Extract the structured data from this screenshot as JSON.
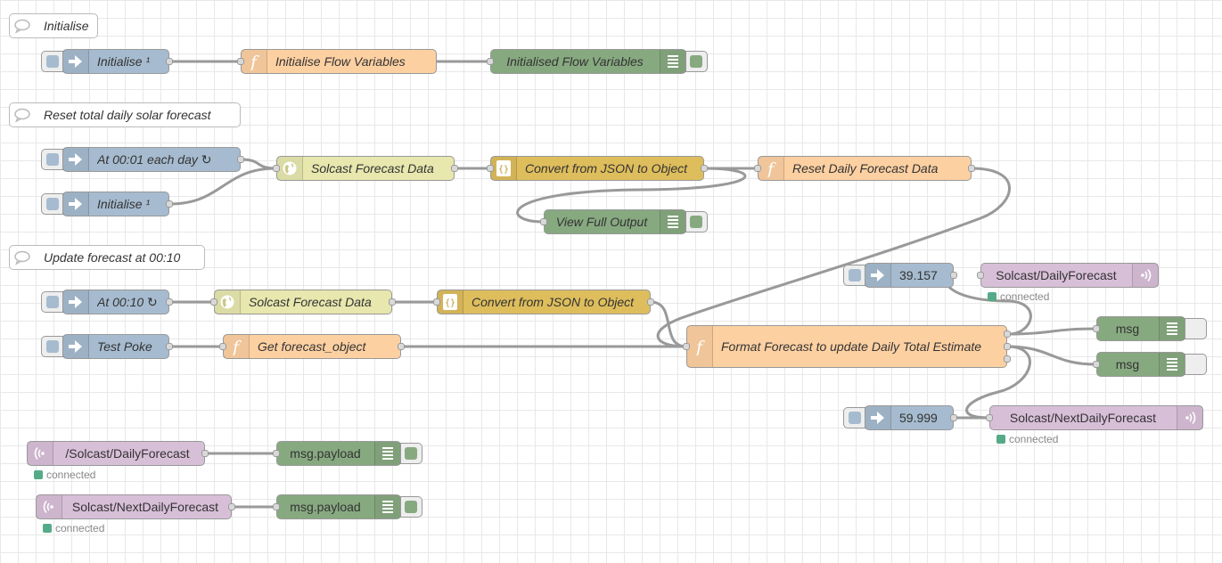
{
  "colors": {
    "inject": "#a6bbcf",
    "function": "#fdd0a2",
    "debug": "#87a980",
    "http_request": "#e7e7ae",
    "json": "#debd5c",
    "mqtt": "#d8bfd8",
    "comment": "#ffffff",
    "button_fill": "#a6bbcf",
    "debug_active": "#87a980",
    "debug_inactive": "#eeeeee",
    "status_connected": "#5a8"
  },
  "nodes": [
    {
      "id": "c1",
      "type": "comment",
      "label": "Initialise",
      "icon": "comment-icon",
      "italic": true
    },
    {
      "id": "n1",
      "type": "inject",
      "label": "Initialise ¹",
      "icon": "inject-arrow-icon",
      "italic": true
    },
    {
      "id": "n2",
      "type": "function",
      "label": "Initialise Flow Variables",
      "icon": "function-icon",
      "italic": true
    },
    {
      "id": "n3",
      "type": "debug",
      "label": "Initialised Flow Variables",
      "icon": "debug-list-icon",
      "italic": true,
      "active": true
    },
    {
      "id": "c2",
      "type": "comment",
      "label": "Reset total daily solar forecast",
      "icon": "comment-icon",
      "italic": true
    },
    {
      "id": "n4",
      "type": "inject",
      "label": "At 00:01 each day ↻",
      "icon": "inject-arrow-icon",
      "italic": true
    },
    {
      "id": "n5",
      "type": "inject",
      "label": "Initialise ¹",
      "icon": "inject-arrow-icon",
      "italic": true
    },
    {
      "id": "n6",
      "type": "http_request",
      "label": "Solcast Forecast Data",
      "icon": "globe-icon",
      "italic": true
    },
    {
      "id": "n7",
      "type": "json",
      "label": "Convert from JSON to Object",
      "icon": "json-icon",
      "italic": true
    },
    {
      "id": "n8",
      "type": "function",
      "label": "Reset Daily Forecast Data",
      "icon": "function-icon",
      "italic": true
    },
    {
      "id": "n9",
      "type": "debug",
      "label": "View Full Output",
      "icon": "debug-list-icon",
      "italic": true,
      "active": true
    },
    {
      "id": "c3",
      "type": "comment",
      "label": "Update forecast at 00:10",
      "icon": "comment-icon",
      "italic": true
    },
    {
      "id": "n10",
      "type": "inject",
      "label": "At 00:10 ↻",
      "icon": "inject-arrow-icon",
      "italic": true
    },
    {
      "id": "n11",
      "type": "http_request",
      "label": "Solcast Forecast Data",
      "icon": "globe-icon",
      "italic": true
    },
    {
      "id": "n12",
      "type": "json",
      "label": "Convert from JSON to Object",
      "icon": "json-icon",
      "italic": true
    },
    {
      "id": "n13",
      "type": "inject",
      "label": "Test Poke",
      "icon": "inject-arrow-icon",
      "italic": true
    },
    {
      "id": "n14",
      "type": "function",
      "label": "Get forecast_object",
      "icon": "function-icon",
      "italic": true
    },
    {
      "id": "n15",
      "type": "function",
      "label": "Format Forecast to update Daily Total Estimate",
      "icon": "function-icon",
      "italic": true
    },
    {
      "id": "n16",
      "type": "inject",
      "label": "39.157",
      "icon": "inject-arrow-icon",
      "italic": false
    },
    {
      "id": "n17",
      "type": "mqtt",
      "label": "Solcast/DailyForecast",
      "icon": "mqtt-out-icon",
      "italic": false,
      "status": "connected"
    },
    {
      "id": "n18",
      "type": "debug",
      "label": "msg",
      "icon": "debug-list-icon",
      "italic": false,
      "active": false
    },
    {
      "id": "n19",
      "type": "debug",
      "label": "msg",
      "icon": "debug-list-icon",
      "italic": false,
      "active": false
    },
    {
      "id": "n20",
      "type": "inject",
      "label": "59.999",
      "icon": "inject-arrow-icon",
      "italic": false
    },
    {
      "id": "n21",
      "type": "mqtt",
      "label": "Solcast/NextDailyForecast",
      "icon": "mqtt-out-icon",
      "italic": false,
      "status": "connected"
    },
    {
      "id": "n22",
      "type": "mqtt",
      "label": "/Solcast/DailyForecast",
      "icon": "mqtt-in-icon",
      "italic": false,
      "status": "connected"
    },
    {
      "id": "n23",
      "type": "debug",
      "label": "msg.payload",
      "icon": "debug-list-icon",
      "italic": false,
      "active": true
    },
    {
      "id": "n24",
      "type": "mqtt",
      "label": "Solcast/NextDailyForecast",
      "icon": "mqtt-in-icon",
      "italic": false,
      "status": "connected"
    },
    {
      "id": "n25",
      "type": "debug",
      "label": "msg.payload",
      "icon": "debug-list-icon",
      "italic": false,
      "active": true
    }
  ],
  "wires": [
    {
      "from": "n1",
      "to": "n2"
    },
    {
      "from": "n2",
      "to": "n3"
    },
    {
      "from": "n4",
      "to": "n6"
    },
    {
      "from": "n5",
      "to": "n6"
    },
    {
      "from": "n6",
      "to": "n7"
    },
    {
      "from": "n7",
      "to": "n8"
    },
    {
      "from": "n7",
      "to": "n9"
    },
    {
      "from": "n8",
      "to": "n15"
    },
    {
      "from": "n10",
      "to": "n11"
    },
    {
      "from": "n11",
      "to": "n12"
    },
    {
      "from": "n12",
      "to": "n15"
    },
    {
      "from": "n13",
      "to": "n14"
    },
    {
      "from": "n14",
      "to": "n15"
    },
    {
      "from": "n15",
      "to": "n18"
    },
    {
      "from": "n15",
      "to": "n19"
    },
    {
      "from": "n16",
      "to": "n17"
    },
    {
      "from": "n20",
      "to": "n21"
    },
    {
      "from": "n22",
      "to": "n23"
    },
    {
      "from": "n24",
      "to": "n25"
    }
  ]
}
